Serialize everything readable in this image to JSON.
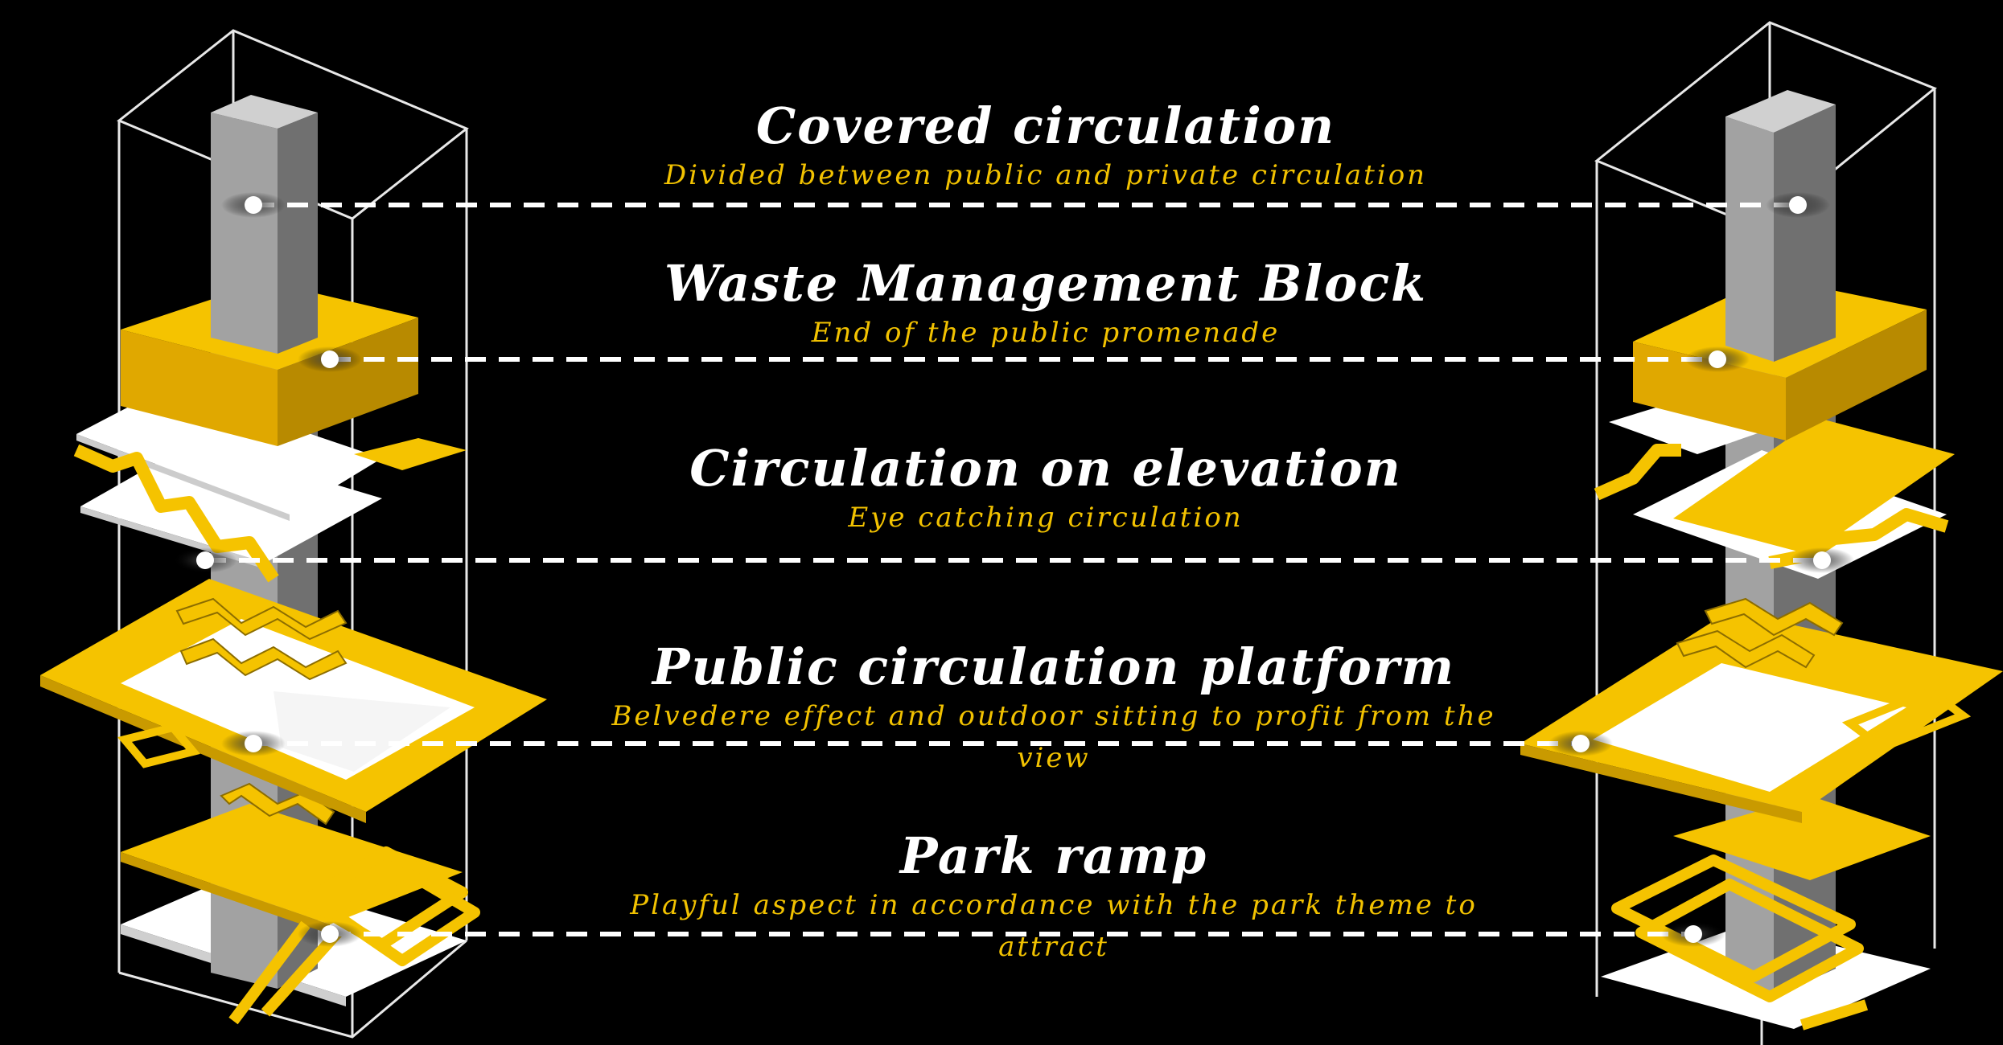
{
  "colors": {
    "background": "#000000",
    "title": "#ffffff",
    "subtitle": "#f2c200",
    "slab_yellow": "#f5c300",
    "slab_yellow_dark": "#c99a00",
    "core_grey": "#9b9b9b",
    "core_grey_dark": "#6f6f6f",
    "leader": "#ffffff"
  },
  "labels": [
    {
      "title": "Covered circulation",
      "subtitle": "Divided between public and private circulation"
    },
    {
      "title": "Waste Management Block",
      "subtitle": "End of the public promenade"
    },
    {
      "title": "Circulation on elevation",
      "subtitle": "Eye catching circulation"
    },
    {
      "title": "Public circulation platform",
      "subtitle": "Belvedere effect and outdoor sitting to profit from the view"
    },
    {
      "title": "Park ramp",
      "subtitle": "Playful aspect in accordance with the park theme to attract"
    }
  ]
}
